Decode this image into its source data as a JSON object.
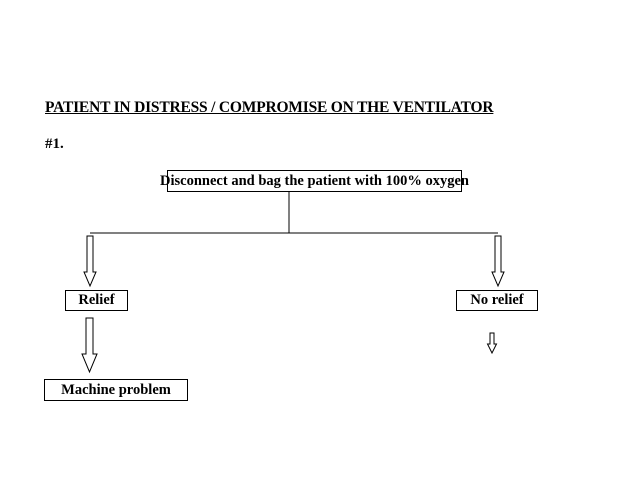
{
  "diagram": {
    "title": "PATIENT IN DISTRESS / COMPROMISE ON THE VENTILATOR",
    "step_label": "#1.",
    "nodes": {
      "start": "Disconnect and bag the patient with 100% oxygen",
      "relief": "Relief",
      "no_relief": "No relief",
      "machine_problem": "Machine problem"
    },
    "edges": [
      {
        "from": "start",
        "to": "relief"
      },
      {
        "from": "start",
        "to": "no_relief"
      },
      {
        "from": "relief",
        "to": "machine_problem"
      },
      {
        "from": "no_relief",
        "to": ""
      }
    ]
  }
}
